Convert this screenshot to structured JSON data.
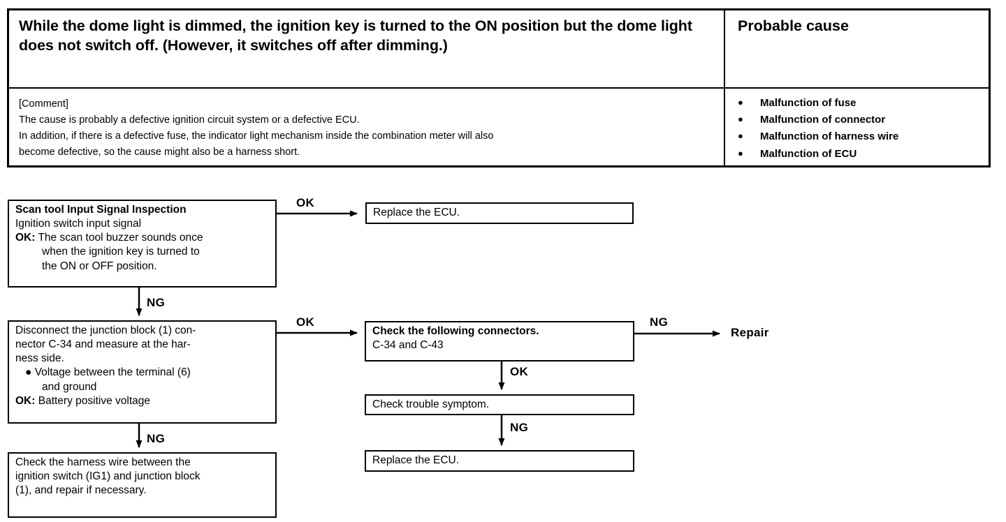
{
  "symptom_table": {
    "symptom_heading": "While the dome light is dimmed, the ignition key is turned to the ON position but the dome light does not switch off.  (However, it switches off after dimming.)",
    "probable_cause_heading": "Probable cause",
    "comment_label": "[Comment]",
    "comment_lines": [
      "The cause is probably a defective ignition circuit system or a defective ECU.",
      "In addition, if there is a defective fuse, the indicator light mechanism inside the combination meter will also",
      "become defective, so the cause might also be a harness short."
    ],
    "causes": [
      "Malfunction of fuse",
      "Malfunction of connector",
      "Malfunction of harness wire",
      "Malfunction of ECU"
    ],
    "bullet_glyph": "●"
  },
  "flowchart": {
    "box_scan_tool": {
      "title": "Scan tool Input Signal Inspection",
      "line2": "Ignition switch input signal",
      "ok_label": "OK:",
      "ok_line1": "The scan tool buzzer sounds once",
      "ok_line2": "when the ignition key is turned to",
      "ok_line3": "the ON or OFF position."
    },
    "box_replace_1": "Replace the ECU.",
    "box_disconnect": {
      "line1": "Disconnect the junction block (1) con-",
      "line2": "nector C-34 and measure at the har-",
      "line3": "ness side.",
      "bullet_glyph": "●",
      "bullet_line1": "Voltage between the terminal (6)",
      "bullet_line2": "and ground",
      "ok_label": "OK:",
      "ok_text": "Battery positive voltage"
    },
    "box_check_connectors": {
      "line1": "Check the following connectors.",
      "line2": "C-34 and C-43"
    },
    "box_check_symptom": "Check trouble symptom.",
    "box_replace_2": "Replace the ECU.",
    "box_check_harness": {
      "line1": "Check the harness wire between the",
      "line2": "ignition switch (IG1) and junction block",
      "line3": "(1), and repair if necessary."
    },
    "labels": {
      "ok_top": "OK",
      "ng_scan_to_disconnect": "NG",
      "ok_disconnect": "OK",
      "ng_disconnect_to_harness": "NG",
      "ng_connectors_to_repair": "NG",
      "repair": "Repair",
      "ok_connectors_to_symptom": "OK",
      "ng_symptom_to_replace": "NG"
    }
  },
  "colors": {
    "ink": "#000000",
    "paper": "#ffffff"
  }
}
